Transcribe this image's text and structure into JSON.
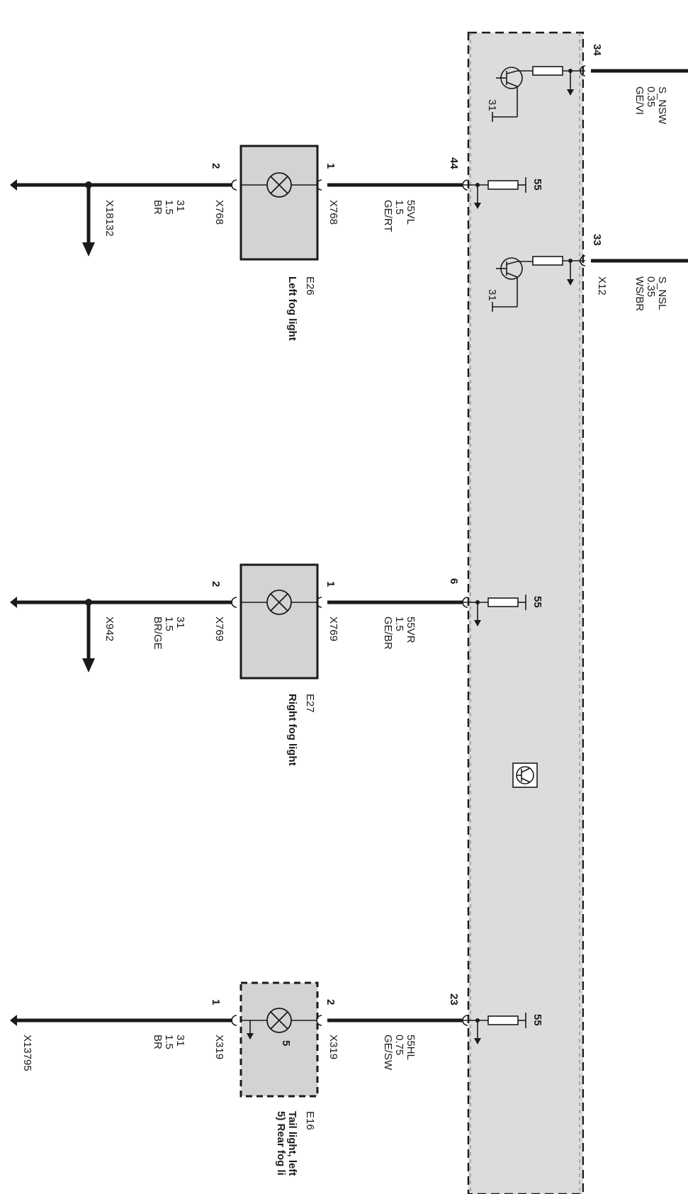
{
  "control_unit": {
    "symbol": "transistor-symbol-icon",
    "pins": [
      {
        "pin": "44",
        "ground": "55"
      },
      {
        "pin": "6",
        "ground": "55"
      },
      {
        "pin": "23",
        "ground": "55"
      }
    ],
    "transistor_ground_label": "31"
  },
  "outputs": {
    "nsw": {
      "pin": "34",
      "signal": "S_NSW",
      "size": "0.35",
      "color": "GE/VI"
    },
    "nsl": {
      "pin": "33",
      "signal": "S_NSL",
      "size": "0.35",
      "color": "WS/BR",
      "connector": "X12"
    }
  },
  "lamps": {
    "e26": {
      "id": "E26",
      "name": "Left fog light",
      "pin_in": "1",
      "pin_out": "2",
      "conn_in": "X768",
      "conn_out": "X768",
      "wire_in": {
        "signal": "55VL",
        "size": "1.5",
        "color": "GE/RT"
      },
      "wire_out": {
        "signal": "31",
        "size": "1.5",
        "color": "BR"
      },
      "ground_ref": "X18132"
    },
    "e27": {
      "id": "E27",
      "name": "Right fog light",
      "pin_in": "1",
      "pin_out": "2",
      "conn_in": "X769",
      "conn_out": "X769",
      "wire_in": {
        "signal": "55VR",
        "size": "1.5",
        "color": "GE/BR"
      },
      "wire_out": {
        "signal": "31",
        "size": "1.5",
        "color": "BR/GE"
      },
      "ground_ref": "X942"
    },
    "e16": {
      "id": "E16",
      "name_line1": "Tail light, left",
      "name_line2": "5) Rear fog li",
      "lamp_number": "5",
      "pin_in": "2",
      "pin_out": "1",
      "conn_in": "X319",
      "conn_out": "X319",
      "wire_in": {
        "signal": "55HL",
        "size": "0.75",
        "color": "GE/SW"
      },
      "wire_out": {
        "signal": "31",
        "size": "1.5",
        "color": "BR"
      },
      "ground_ref": "X13795"
    }
  },
  "colors": {
    "module_fill": "#dcdcdc",
    "lamp_box_fill": "#d3d3d3",
    "line": "#1a1a1a"
  }
}
